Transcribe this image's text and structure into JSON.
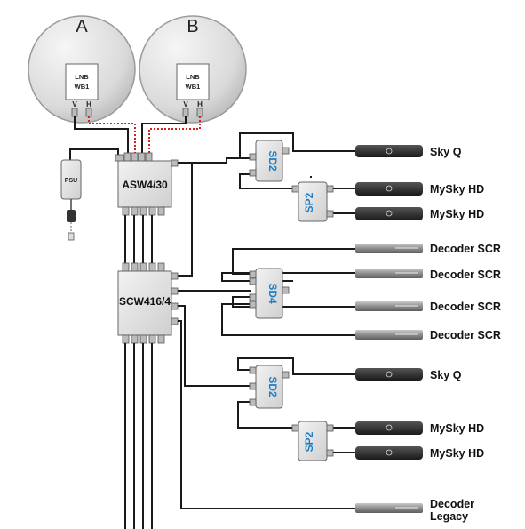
{
  "dishes": [
    {
      "id": "A",
      "letter": "A",
      "lnb_line1": "LNB",
      "lnb_line2": "WB1",
      "port_v": "V",
      "port_h": "H"
    },
    {
      "id": "B",
      "letter": "B",
      "lnb_line1": "LNB",
      "lnb_line2": "WB1",
      "port_v": "V",
      "port_h": "H"
    }
  ],
  "psu": {
    "label": "PSU"
  },
  "switches": {
    "asw": {
      "label": "ASW4/30"
    },
    "scw": {
      "label": "SCW416/4"
    }
  },
  "splitters": {
    "sd2_top": {
      "label": "SD2"
    },
    "sp2_top": {
      "label": "SP2"
    },
    "sd4": {
      "label": "SD4"
    },
    "sd2_bottom": {
      "label": "SD2"
    },
    "sp2_bottom": {
      "label": "SP2"
    }
  },
  "devices": [
    {
      "id": "skyq1",
      "label": "Sky Q"
    },
    {
      "id": "mysky1",
      "label": "MySky HD"
    },
    {
      "id": "mysky2",
      "label": "MySky HD"
    },
    {
      "id": "scr1",
      "label": "Decoder SCR"
    },
    {
      "id": "scr2",
      "label": "Decoder SCR"
    },
    {
      "id": "scr3",
      "label": "Decoder SCR"
    },
    {
      "id": "scr4",
      "label": "Decoder SCR"
    },
    {
      "id": "skyq2",
      "label": "Sky Q"
    },
    {
      "id": "mysky3",
      "label": "MySky HD"
    },
    {
      "id": "mysky4",
      "label": "MySky HD"
    },
    {
      "id": "legacy",
      "label_line1": "Decoder",
      "label_line2": "Legacy"
    }
  ],
  "colors": {
    "cable": "#1a1a1a",
    "lnb_feed": "#d62020",
    "dish_fill": "#dcdcdc",
    "box_fill": "#e6e6e6",
    "splitter_label": "#1c7fc4",
    "receiver_dark": "#2a2a2a",
    "receiver_light": "#8a8a8a"
  }
}
